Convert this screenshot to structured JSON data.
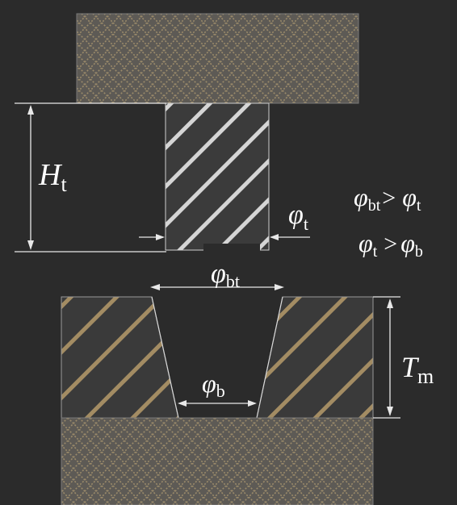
{
  "diagram": {
    "labels": {
      "ht_main": "H",
      "ht_sub": "t",
      "phi_t_main": "φ",
      "phi_t_sub": "t",
      "phi_bt_main": "φ",
      "phi_bt_sub": "bt",
      "phi_b_main": "φ",
      "phi_b_sub": "b",
      "tm_main": "T",
      "tm_sub": "m"
    },
    "relations": [
      {
        "lhs_main": "φ",
        "lhs_sub": "bt",
        "op": ">",
        "rhs_main": "φ",
        "rhs_sub": "t"
      },
      {
        "lhs_main": "φ",
        "lhs_sub": "t",
        "op": ">",
        "rhs_main": "φ",
        "rhs_sub": "b"
      }
    ],
    "colors": {
      "background": "#2b2b2b",
      "plate_fill": "#5d5a55",
      "plate_pattern": "#9a8a6a",
      "punch_fill": "#3b3b3b",
      "punch_stripe": "#e6e6e6",
      "die_fill": "#3a3a3a",
      "die_stripe": "#b59a6a",
      "dimension_line": "#e8e8e8"
    }
  }
}
